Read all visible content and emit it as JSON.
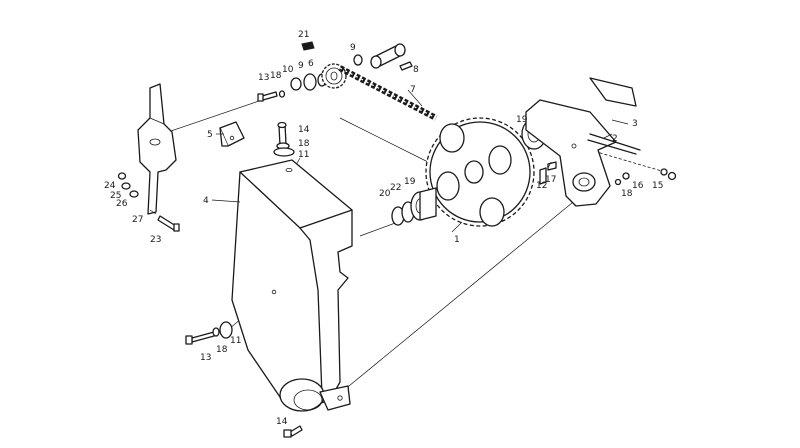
{
  "labels": [
    {
      "id": "1",
      "text": "1"
    },
    {
      "id": "2",
      "text": "2"
    },
    {
      "id": "3",
      "text": "3"
    },
    {
      "id": "4",
      "text": "4"
    },
    {
      "id": "5",
      "text": "5"
    },
    {
      "id": "6",
      "text": "6"
    },
    {
      "id": "7",
      "text": "7"
    },
    {
      "id": "8",
      "text": "8"
    },
    {
      "id": "9a",
      "text": "9"
    },
    {
      "id": "9b",
      "text": "9"
    },
    {
      "id": "10",
      "text": "10"
    },
    {
      "id": "11a",
      "text": "11"
    },
    {
      "id": "11b",
      "text": "11"
    },
    {
      "id": "12",
      "text": "12"
    },
    {
      "id": "13a",
      "text": "13"
    },
    {
      "id": "13b",
      "text": "13"
    },
    {
      "id": "14a",
      "text": "14"
    },
    {
      "id": "14b",
      "text": "14"
    },
    {
      "id": "15",
      "text": "15"
    },
    {
      "id": "16",
      "text": "16"
    },
    {
      "id": "17",
      "text": "17"
    },
    {
      "id": "18a",
      "text": "18"
    },
    {
      "id": "18b",
      "text": "18"
    },
    {
      "id": "18c",
      "text": "18"
    },
    {
      "id": "18d",
      "text": "18"
    },
    {
      "id": "19a",
      "text": "19"
    },
    {
      "id": "19b",
      "text": "19"
    },
    {
      "id": "20",
      "text": "20"
    },
    {
      "id": "21",
      "text": "21"
    },
    {
      "id": "22",
      "text": "22"
    },
    {
      "id": "23",
      "text": "23"
    },
    {
      "id": "24",
      "text": "24"
    },
    {
      "id": "25",
      "text": "25"
    },
    {
      "id": "26",
      "text": "26"
    },
    {
      "id": "27",
      "text": "27"
    }
  ]
}
